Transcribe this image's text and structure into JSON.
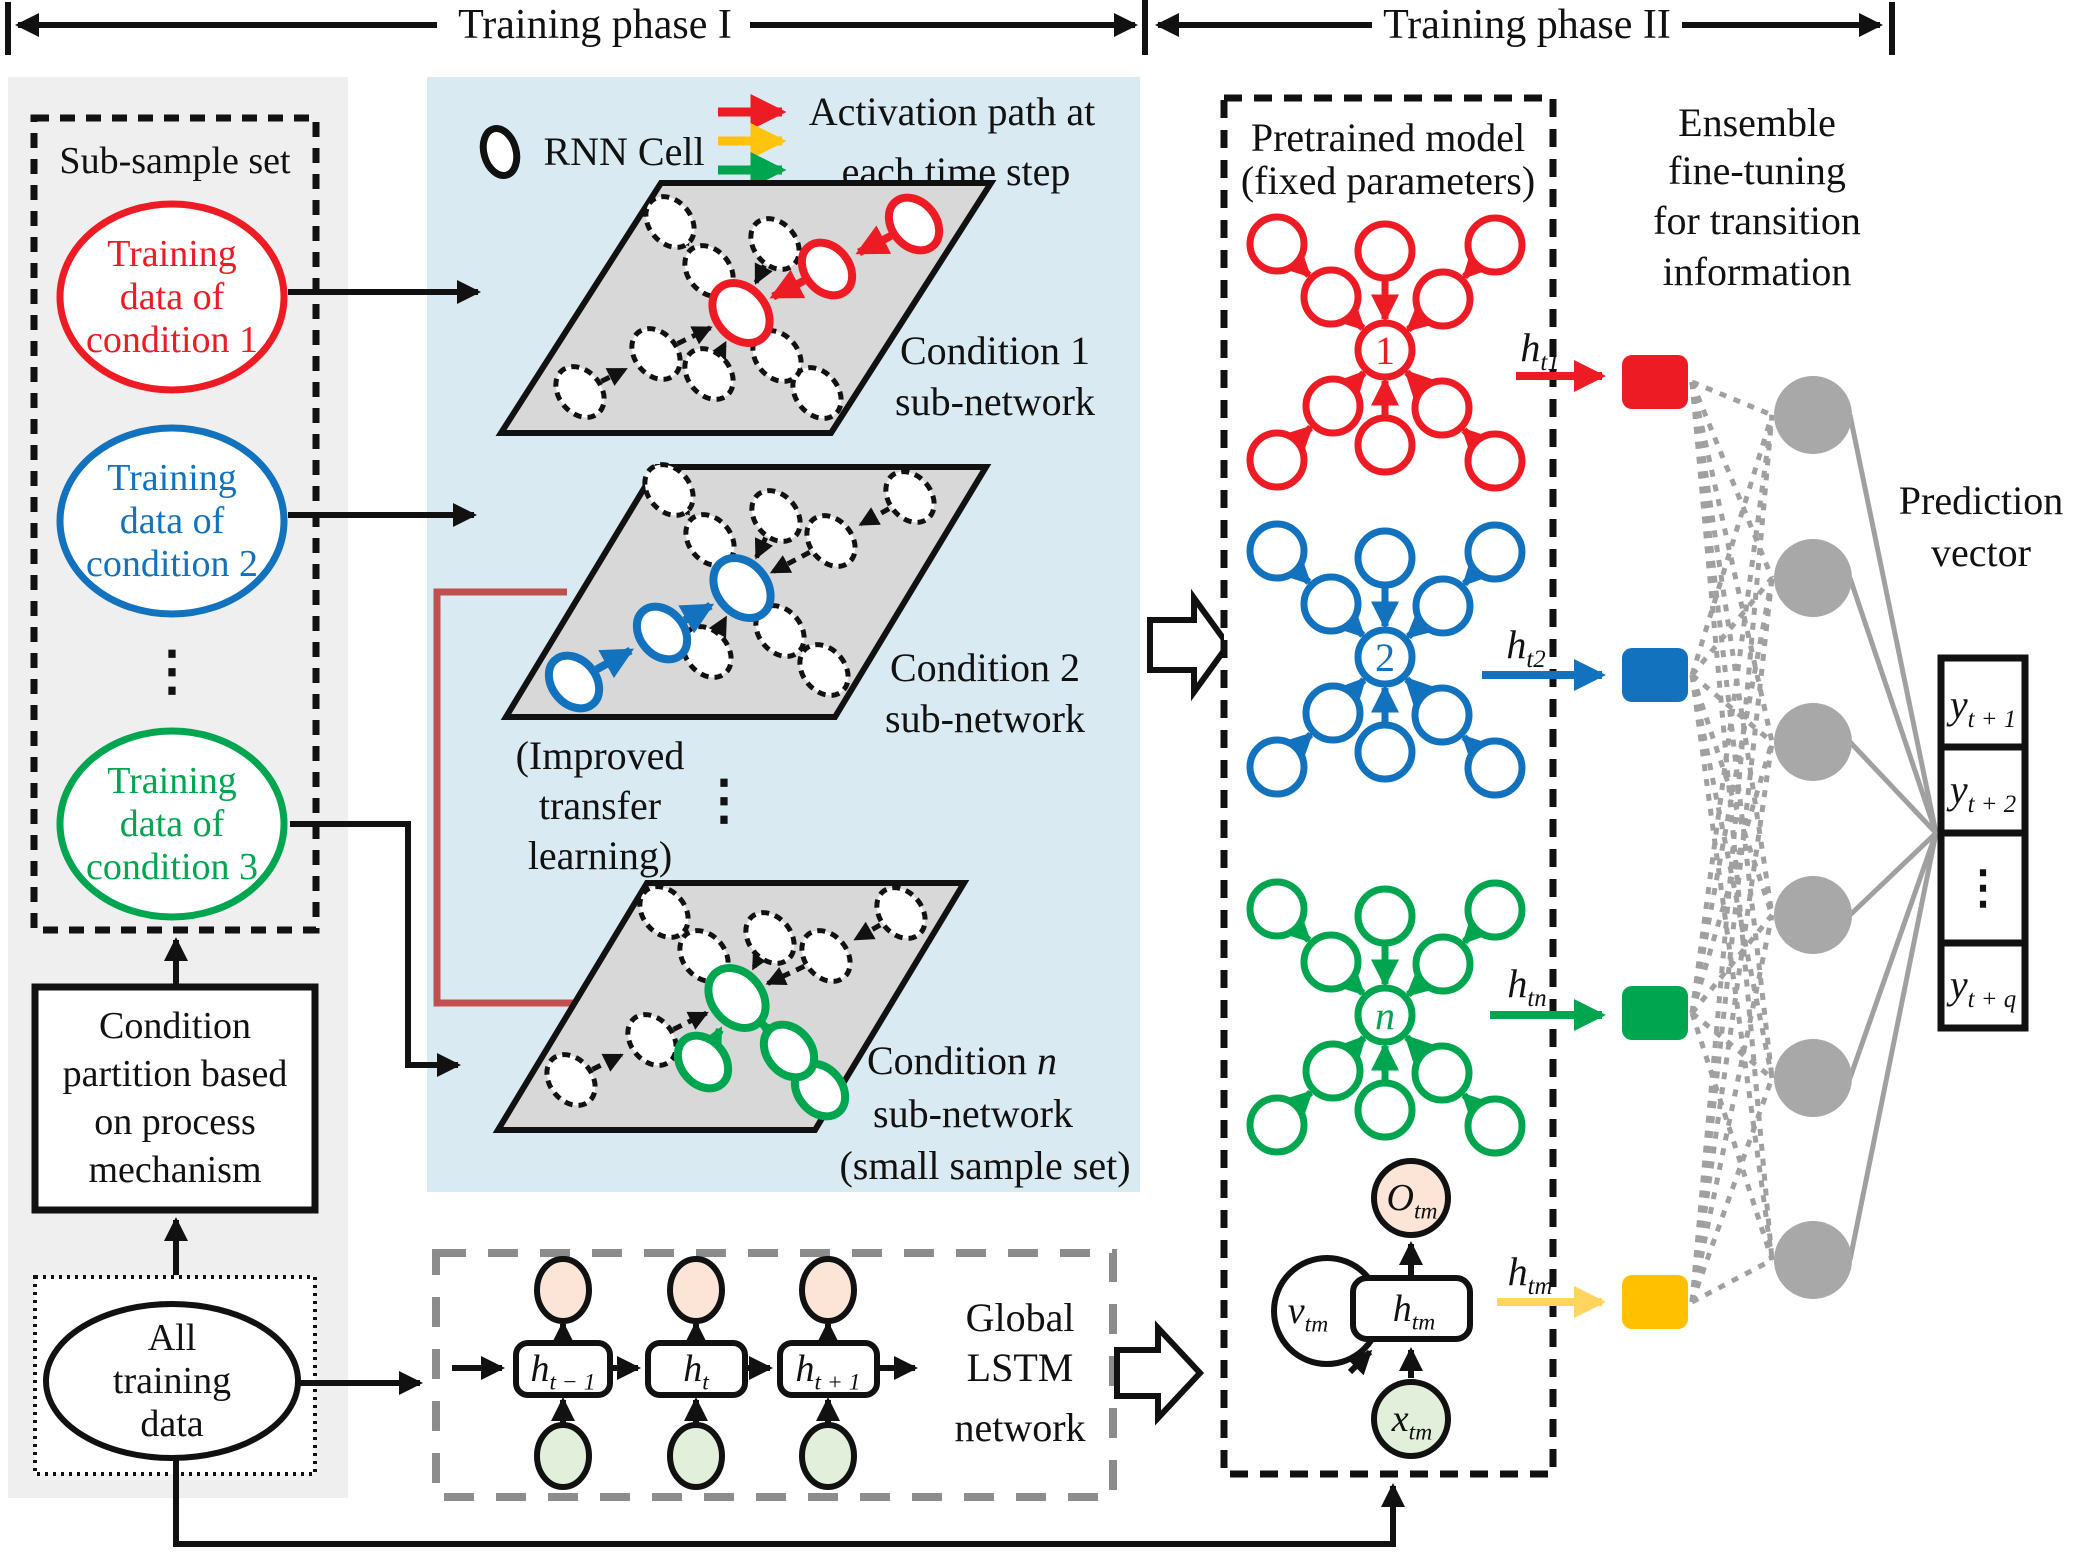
{
  "header": {
    "phase1": "Training phase I",
    "phase2": "Training phase II"
  },
  "legend": {
    "rnn_cell": "RNN Cell",
    "activation": [
      "Activation path at",
      "each time step"
    ]
  },
  "subsample": {
    "title": "Sub-sample set",
    "cond1": [
      "Training",
      "data of",
      "condition 1"
    ],
    "cond2": [
      "Training",
      "data of",
      "condition 2"
    ],
    "dots": "⋮",
    "cond3": [
      "Training",
      "data of",
      "condition 3"
    ]
  },
  "partition": [
    "Condition",
    "partition based",
    "on process",
    "mechanism"
  ],
  "all_training": [
    "All",
    "training",
    "data"
  ],
  "subnets": {
    "cond1": [
      "Condition 1",
      "sub-network"
    ],
    "cond2": [
      "Condition 2",
      "sub-network"
    ],
    "improved": [
      "(Improved",
      "transfer",
      "learning)"
    ],
    "dots": "⋮",
    "condn_prefix": "Condition ",
    "condn_var": "n",
    "condn_line2": "sub-network",
    "condn_line3": "(small sample set)"
  },
  "global_lstm": {
    "cells": [
      {
        "b": "h",
        "s": "t − 1"
      },
      {
        "b": "h",
        "s": "t"
      },
      {
        "b": "h",
        "s": "t + 1"
      }
    ],
    "label": [
      "Global",
      "LSTM",
      "network"
    ]
  },
  "pretrained": {
    "title": [
      "Pretrained model",
      "(fixed parameters)"
    ],
    "stars": [
      {
        "label": "1"
      },
      {
        "label": "2"
      },
      {
        "label": "n"
      }
    ],
    "unit": {
      "o_b": "O",
      "o_s": "tm",
      "v_b": "v",
      "v_s": "tm",
      "h_b": "h",
      "h_s": "tm",
      "x_b": "x",
      "x_s": "tm"
    }
  },
  "hidden_labels": [
    {
      "b": "h",
      "s": "t1"
    },
    {
      "b": "h",
      "s": "t2"
    },
    {
      "b": "h",
      "s": "tn"
    },
    {
      "b": "h",
      "s": "tm"
    }
  ],
  "ensemble": [
    "Ensemble",
    "fine-tuning",
    "for transition",
    "information"
  ],
  "prediction": {
    "title": [
      "Prediction",
      "vector"
    ],
    "cells": [
      {
        "b": "y",
        "s": "t + 1"
      },
      {
        "b": "y",
        "s": "t + 2"
      },
      {
        "dots": "⋮"
      },
      {
        "b": "y",
        "s": "t + q"
      }
    ]
  },
  "colors": {
    "red": "#ed1c24",
    "blue": "#1272bd",
    "green": "#00a550",
    "yellow": "#ffc000",
    "yellow_arrow": "#ffd45f",
    "transfer_red": "#c0504d",
    "panel_blue": "#daeaf2",
    "panel_gray": "#efefef",
    "parallelogram_gray": "#d8d8d8",
    "node_gray": "#a8a8a8",
    "mesh_gray": "#a0a0a0",
    "peach": "#fce4d6",
    "light_green": "#e2efda"
  }
}
